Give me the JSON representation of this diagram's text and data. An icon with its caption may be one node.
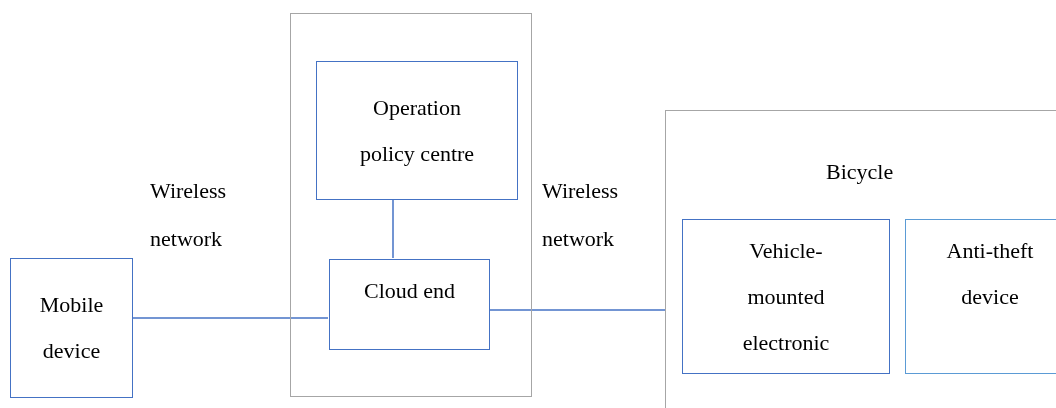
{
  "diagram": {
    "nodes": [
      {
        "text": [],
        "shape": "box"
      },
      {
        "text": [
          "Operation policy centre"
        ],
        "in": 0
      },
      {
        "text": [
          "Cloud end"
        ],
        "in": 0
      },
      {
        "text": [
          "Mobile device"
        ]
      },
      {
        "text": [
          "Bicycle"
        ]
      },
      {
        "text": [
          "Vehicle-mounted electronic"
        ],
        "in": 4
      },
      {
        "text": [
          "Anti-theft device"
        ],
        "in": 4
      }
    ],
    "edges": [
      {
        "from": 1,
        "to": 2,
        "arrow": "none"
      },
      {
        "from": 3,
        "to": 2,
        "arrow": "none"
      },
      {
        "from": 2,
        "to": 4,
        "arrow": "none"
      }
    ],
    "labels": [
      "Wireless network",
      "Wireless network"
    ]
  }
}
